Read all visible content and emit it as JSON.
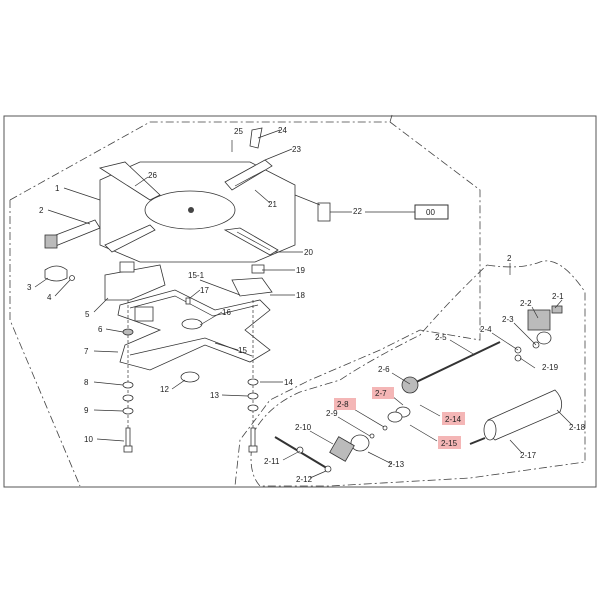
{
  "diagram": {
    "assembly_box": "00",
    "labels": {
      "l1": "1",
      "l2": "2",
      "l3": "3",
      "l4": "4",
      "l5": "5",
      "l6": "6",
      "l7": "7",
      "l8": "8",
      "l9": "9",
      "l10": "10",
      "l12": "12",
      "l13": "13",
      "l14": "14",
      "l15": "15",
      "l15_1": "15-1",
      "l16": "16",
      "l17": "17",
      "l18": "18",
      "l19": "19",
      "l20": "20",
      "l21": "21",
      "l22": "22",
      "l23": "23",
      "l24": "24",
      "l25": "25",
      "l26": "26"
    },
    "sub": {
      "group": "2",
      "s1": "2-1",
      "s2": "2-2",
      "s3": "2-3",
      "s4": "2-4",
      "s5": "2-5",
      "s6": "2-6",
      "s7": "2-7",
      "s8": "2-8",
      "s9": "2-9",
      "s10": "2-10",
      "s11": "2-11",
      "s12": "2-12",
      "s13": "2-13",
      "s14": "2-14",
      "s15": "2-15",
      "s17": "2-17",
      "s18": "2-18",
      "s19": "2-19"
    },
    "highlight_color": "#f4b6b6"
  }
}
